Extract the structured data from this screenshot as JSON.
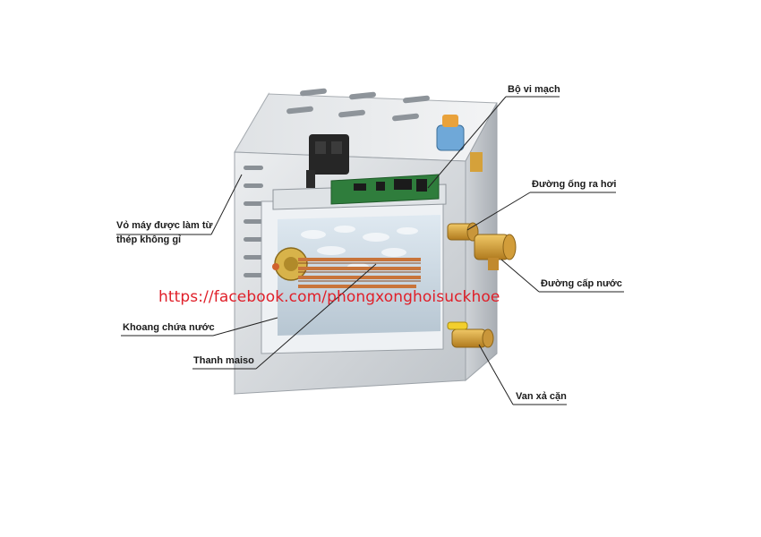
{
  "labels": {
    "circuit_board": "Bộ vi mạch",
    "steam_outlet": "Đường ống ra hơi",
    "water_inlet": "Đường cấp nước",
    "drain_valve": "Van xả cặn",
    "casing_line1": "Vỏ máy được làm từ",
    "casing_line2": "thép không gỉ",
    "water_chamber": "Khoang chứa nước",
    "heating_element": "Thanh maiso"
  },
  "watermark": "https://facebook.com/phongxonghoisuckhoe",
  "colors": {
    "steel_light": "#e6e8ea",
    "steel_mid": "#c4c8cc",
    "steel_dark": "#9aa0a6",
    "pcb_green": "#2f7d3c",
    "brass": "#d9a441",
    "copper": "#c8743a",
    "water": "#cfdde8",
    "watermark_red": "#e0202a"
  }
}
